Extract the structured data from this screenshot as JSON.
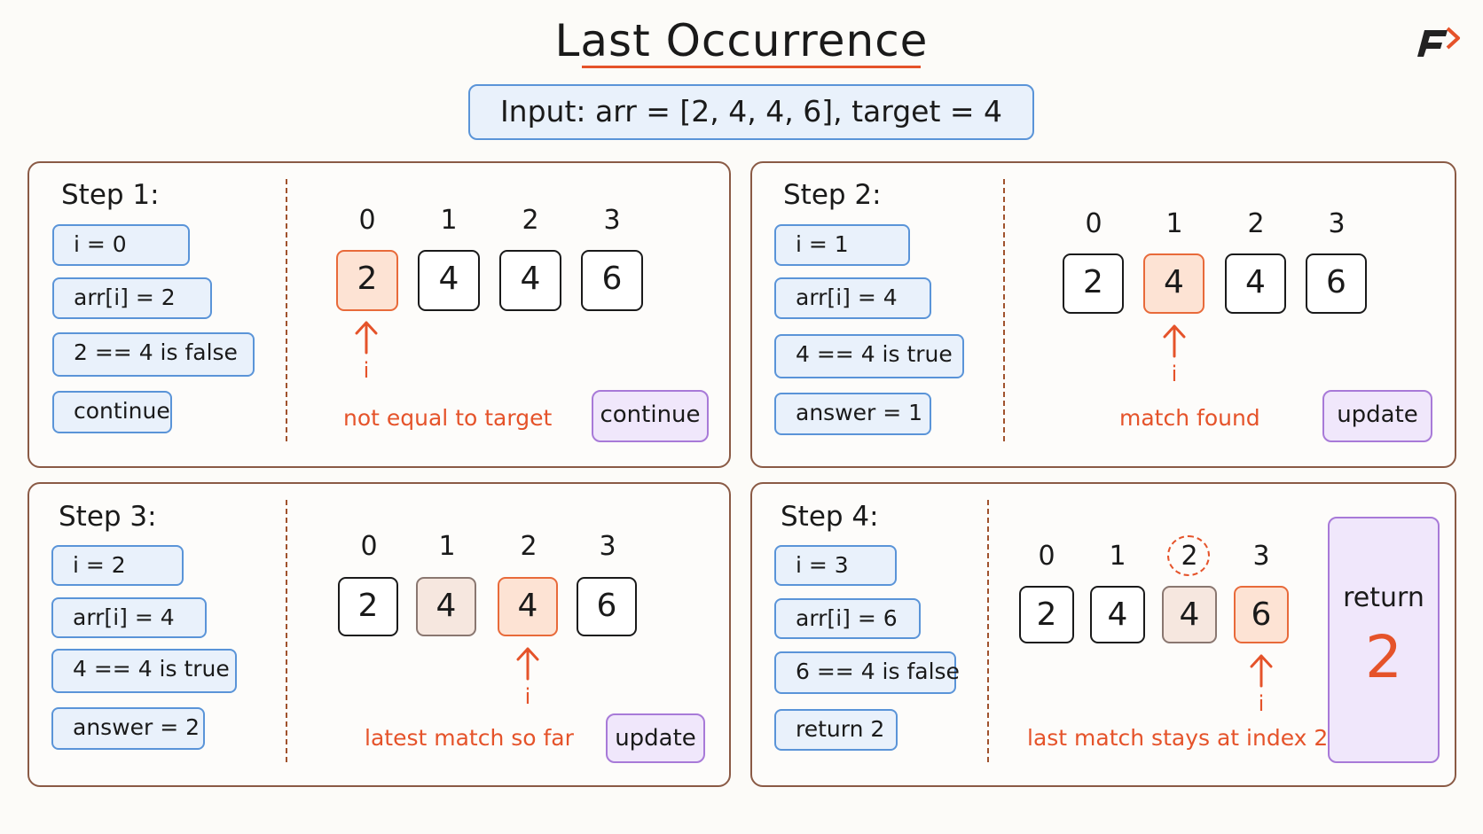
{
  "title": "Last Occurrence",
  "input": "Input:  arr = [2, 4, 4, 6],  target = 4",
  "steps": [
    {
      "title": "Step 1:",
      "info": [
        "i = 0",
        "arr[i] = 2",
        "2 == 4 is false",
        "continue"
      ],
      "indices": [
        "0",
        "1",
        "2",
        "3"
      ],
      "values": [
        "2",
        "4",
        "4",
        "6"
      ],
      "pointer": "i",
      "note": "not equal to target",
      "action": "continue"
    },
    {
      "title": "Step 2:",
      "info": [
        "i = 1",
        "arr[i] = 4",
        "4 == 4 is true",
        "answer = 1"
      ],
      "indices": [
        "0",
        "1",
        "2",
        "3"
      ],
      "values": [
        "2",
        "4",
        "4",
        "6"
      ],
      "pointer": "i",
      "note": "match found",
      "action": "update"
    },
    {
      "title": "Step 3:",
      "info": [
        "i = 2",
        "arr[i] = 4",
        "4 == 4 is true",
        "answer = 2"
      ],
      "indices": [
        "0",
        "1",
        "2",
        "3"
      ],
      "values": [
        "2",
        "4",
        "4",
        "6"
      ],
      "pointer": "i",
      "note": "latest match so far",
      "action": "update"
    },
    {
      "title": "Step 4:",
      "info": [
        "i = 3",
        "arr[i] = 6",
        "6 == 4 is false",
        "return 2"
      ],
      "indices": [
        "0",
        "1",
        "2",
        "3"
      ],
      "values": [
        "2",
        "4",
        "4",
        "6"
      ],
      "pointer": "i",
      "note": "last match stays at index 2",
      "return_label": "return",
      "return_value": "2"
    }
  ],
  "colors": {
    "accent": "#e5532a",
    "info_border": "#5a94d8",
    "action_border": "#a87ad8",
    "panel_border": "#8a5a45"
  }
}
